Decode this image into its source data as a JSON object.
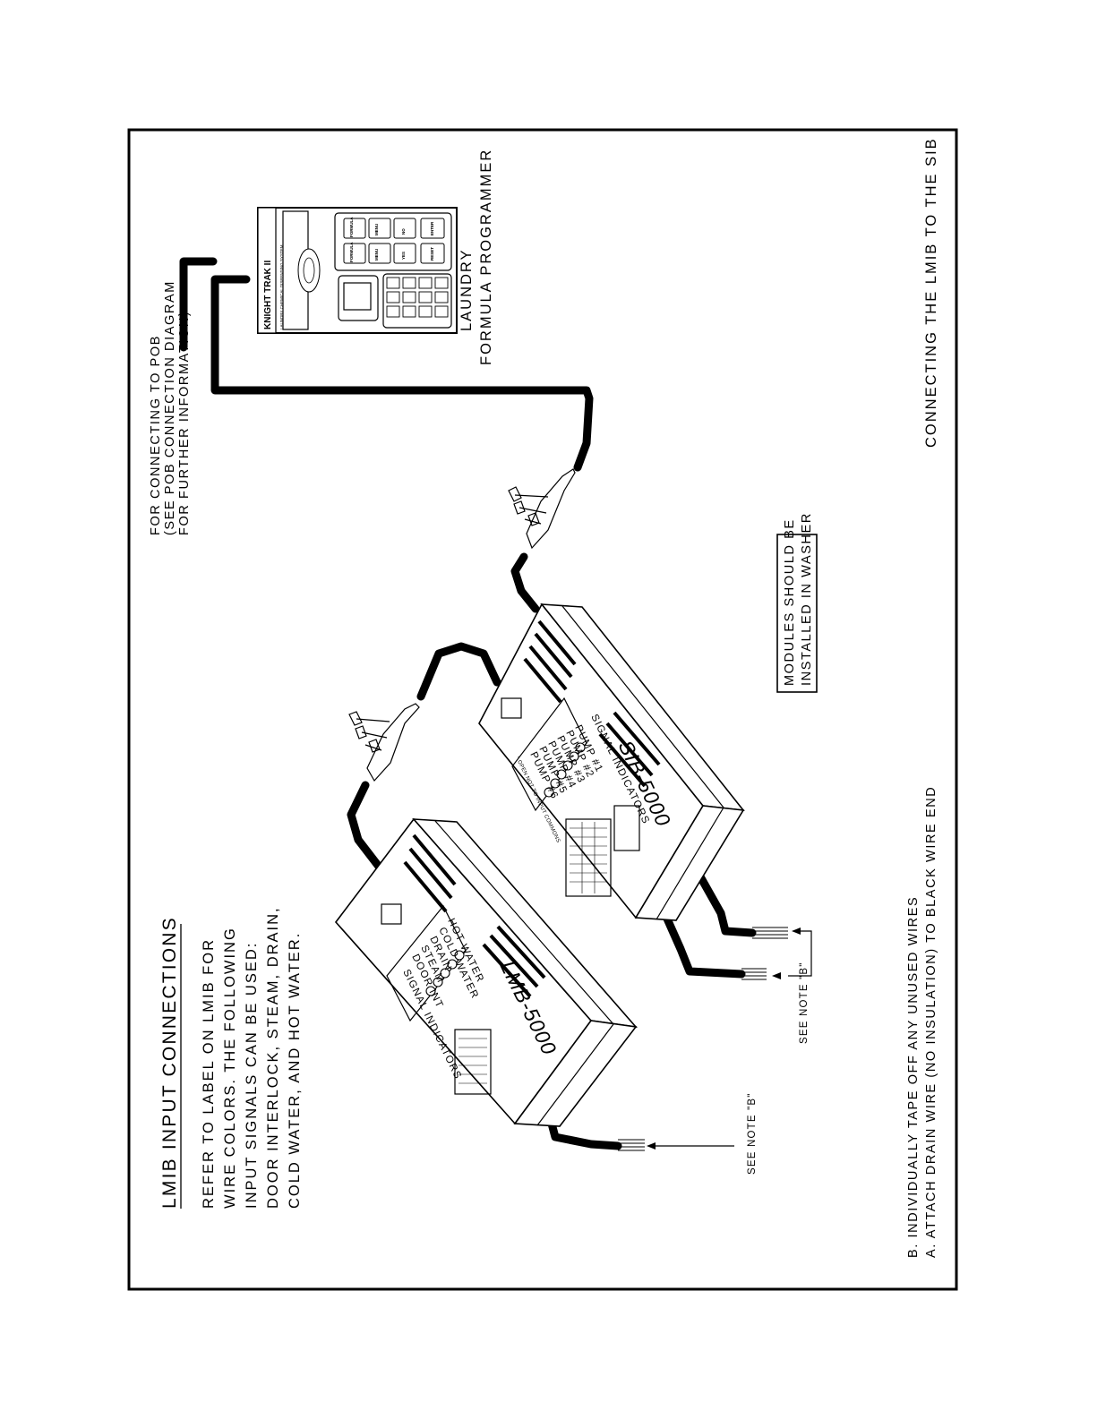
{
  "title": "LMIB INPUT CONNECTIONS",
  "intro_lines": [
    "REFER TO LABEL ON LMIB FOR",
    "WIRE COLORS. THE FOLLOWING",
    "INPUT SIGNALS CAN BE USED:",
    "DOOR INTERLOCK, STEAM, DRAIN,",
    "COLD WATER, AND HOT WATER."
  ],
  "notes": [
    "B. INDIVIDUALLY TAPE OFF ANY UNUSED WIRES",
    "A. ATTACH DRAIN WIRE (NO INSULATION) TO BLACK WIRE END"
  ],
  "footer_title": "CONNECTING THE LMIB TO THE SIB",
  "pob_note": [
    "FOR CONNECTING TO POB",
    "(SEE POB CONNECTION DIAGRAM",
    "FOR FURTHER INFORMATION)"
  ],
  "programmer_label": [
    "LAUNDRY",
    "FORMULA PROGRAMMER"
  ],
  "modules_note": [
    "MODULES SHOULD BE",
    "INSTALLED IN WASHER"
  ],
  "see_note_1": "SEE NOTE \"B\"",
  "see_note_2": "SEE NOTE \"B\"",
  "lmib": {
    "model": "LMB-5000",
    "panel_title": "SIGNAL INDICATORS",
    "signals": [
      "DOOR INT",
      "STEAM",
      "DRAIN",
      "COLD WATER",
      "HOT WATER"
    ]
  },
  "sib": {
    "model": "SIB-5000",
    "panel_title": "SIGNAL INDICATORS",
    "signals": [
      "PUMP #1",
      "PUMP #2",
      "PUMP #3",
      "PUMP #4",
      "PUMP #5",
      "PUMP #6"
    ],
    "footnote": "* OPEN NOT TO INPUT COMMONS"
  },
  "device": {
    "brand": "KNIGHT TRAK II",
    "tagline": "LAUNDRY CHEMICAL DISPENSING SYSTEM",
    "keys": [
      "FORMULA",
      "FORMULA",
      "MENU",
      "MENU",
      "YES",
      "NO",
      "RESET",
      "ENTER"
    ]
  },
  "colors": {
    "ink": "#000000",
    "paper": "#ffffff"
  }
}
